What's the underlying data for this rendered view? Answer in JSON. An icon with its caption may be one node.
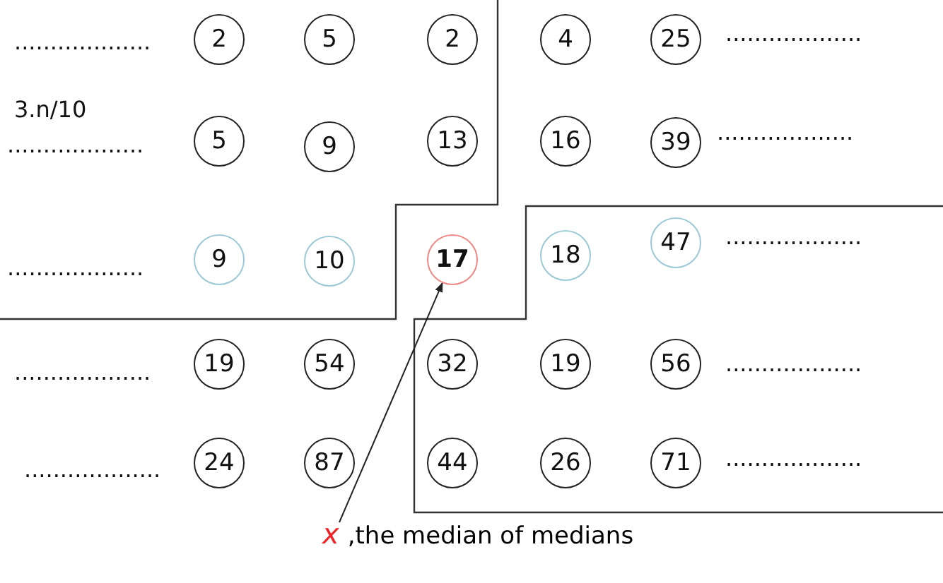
{
  "diagram": {
    "nodes": [
      {
        "text": [
          "2"
        ]
      },
      {
        "text": [
          "5"
        ]
      },
      {
        "text": [
          "2"
        ]
      },
      {
        "text": [
          "4"
        ]
      },
      {
        "text": [
          "25"
        ]
      },
      {
        "text": [
          "5"
        ]
      },
      {
        "text": [
          "9"
        ]
      },
      {
        "text": [
          "13"
        ]
      },
      {
        "text": [
          "16"
        ]
      },
      {
        "text": [
          "39"
        ]
      },
      {
        "text": [
          "9"
        ]
      },
      {
        "text": [
          "10"
        ]
      },
      {
        "text": [
          "17"
        ]
      },
      {
        "text": [
          "18"
        ]
      },
      {
        "text": [
          "47"
        ]
      },
      {
        "text": [
          "19"
        ]
      },
      {
        "text": [
          "54"
        ]
      },
      {
        "text": [
          "32"
        ]
      },
      {
        "text": [
          "19"
        ]
      },
      {
        "text": [
          "56"
        ]
      },
      {
        "text": [
          "24"
        ]
      },
      {
        "text": [
          "87"
        ]
      },
      {
        "text": [
          "44"
        ]
      },
      {
        "text": [
          "26"
        ]
      },
      {
        "text": [
          "71"
        ]
      },
      {
        "text": [
          "x",
          ",the median of medians"
        ]
      }
    ],
    "edges": [
      {
        "from": 25,
        "to": 12,
        "arrow": "to"
      }
    ],
    "labels": [
      "...................",
      "...................",
      "3.n/10",
      "...................",
      "...................",
      "...................",
      "...................",
      "...................",
      "...................",
      "...................",
      "..................."
    ]
  }
}
